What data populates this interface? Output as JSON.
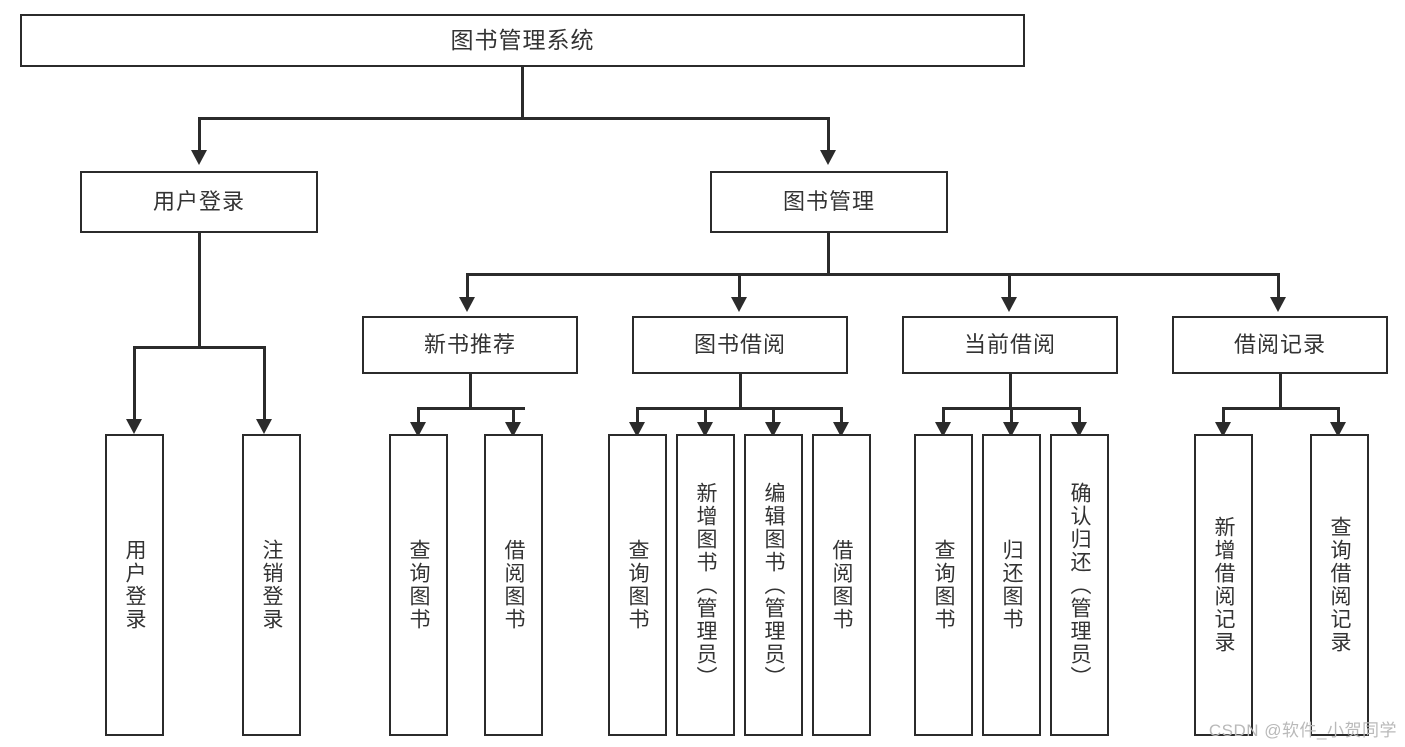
{
  "diagram": {
    "title": "图书管理系统",
    "watermark": "CSDN @软件_小贺同学",
    "level2": [
      {
        "label": "用户登录"
      },
      {
        "label": "图书管理"
      }
    ],
    "level3": [
      {
        "label": "新书推荐"
      },
      {
        "label": "图书借阅"
      },
      {
        "label": "当前借阅"
      },
      {
        "label": "借阅记录"
      }
    ],
    "leaves": {
      "user_login": [
        {
          "label": "用户登录"
        },
        {
          "label": "注销登录"
        }
      ],
      "new_book_recommend": [
        {
          "label": "查询图书"
        },
        {
          "label": "借阅图书"
        }
      ],
      "book_borrow": [
        {
          "label": "查询图书"
        },
        {
          "label": "新增图书（管理员）"
        },
        {
          "label": "编辑图书（管理员）"
        },
        {
          "label": "借阅图书"
        }
      ],
      "current_borrow": [
        {
          "label": "查询图书"
        },
        {
          "label": "归还图书"
        },
        {
          "label": "确认归还（管理员）"
        }
      ],
      "borrow_record": [
        {
          "label": "新增借阅记录"
        },
        {
          "label": "查询借阅记录"
        }
      ]
    }
  },
  "colors": {
    "stroke": "#2b2b2b",
    "text": "#333333",
    "background": "#ffffff",
    "watermark": "#b9b9b9"
  }
}
